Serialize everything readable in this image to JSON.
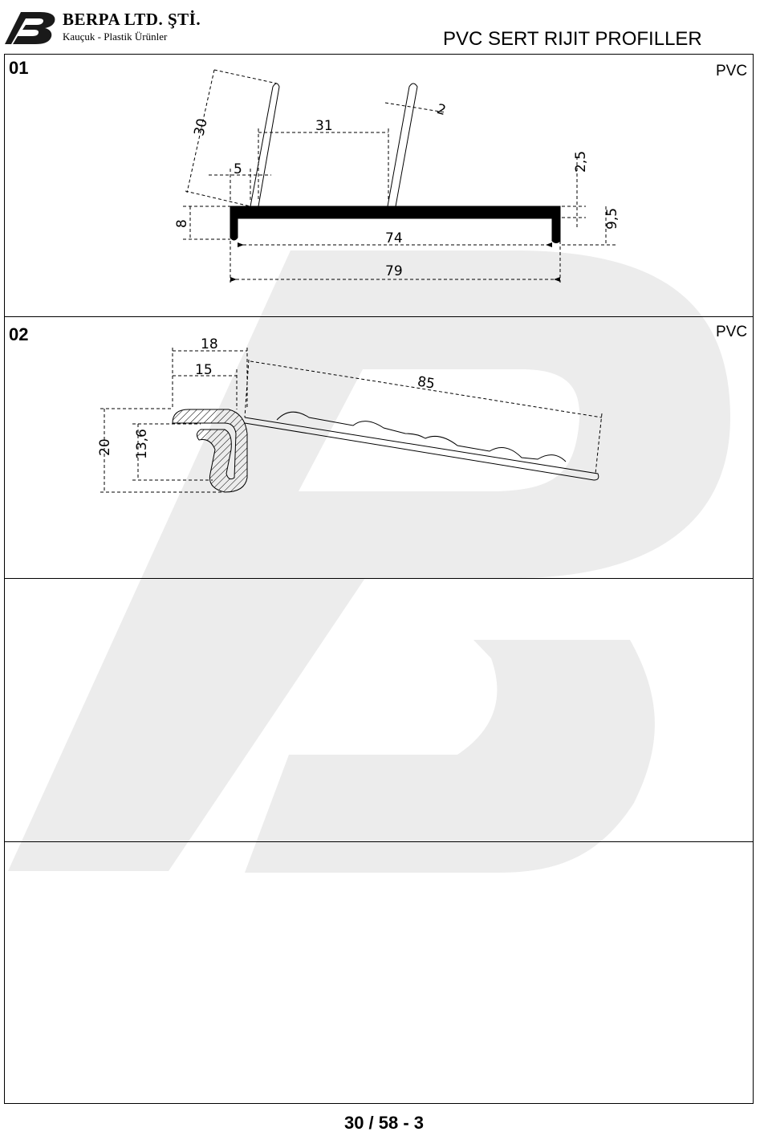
{
  "header": {
    "brand": "BERPA LTD. ŞTİ.",
    "subtitle": "Kauçuk - Plastik Ürünler",
    "title": "PVC SERT RIJIT PROFILLER"
  },
  "sections": [
    {
      "number": "01",
      "material": "PVC",
      "dims": {
        "d30": "30",
        "d31": "31",
        "d2": "2",
        "d5": "5",
        "d25": "2,5",
        "d8": "8",
        "d95": "9,5",
        "d74": "74",
        "d79": "79"
      }
    },
    {
      "number": "02",
      "material": "PVC",
      "dims": {
        "d18": "18",
        "d15": "15",
        "d85": "85",
        "d20": "20",
        "d136": "13,6"
      }
    },
    {
      "number": "",
      "material": ""
    },
    {
      "number": "",
      "material": ""
    }
  ],
  "footer": {
    "page": "30 / 58 - 3"
  },
  "colors": {
    "watermark": "#ececec",
    "line": "#000000"
  },
  "icons": {
    "logo": "berpa-logo-icon",
    "watermark": "watermark-logo-icon"
  }
}
